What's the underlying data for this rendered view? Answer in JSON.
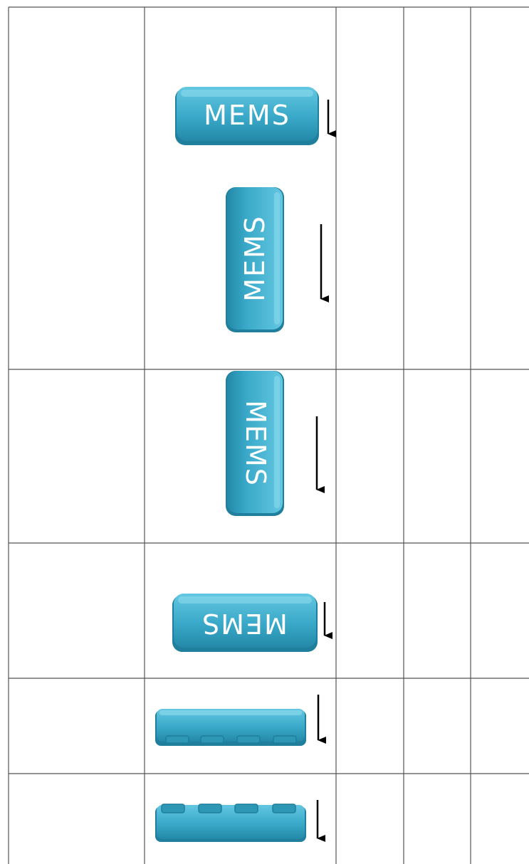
{
  "table": {
    "rows": [
      {
        "orientation": "mems-text-upright",
        "label": "MEMS"
      },
      {
        "orientation": "mems-text-rotated-ccw",
        "label": "MEMS"
      },
      {
        "orientation": "mems-text-rotated-cw",
        "label": "MEMS"
      },
      {
        "orientation": "mems-text-upside-down",
        "label": "MEMS"
      },
      {
        "orientation": "pads-down-side-view",
        "label": ""
      },
      {
        "orientation": "pads-up-side-view",
        "label": ""
      }
    ]
  },
  "colors": {
    "package_fill": "#3aa9c9",
    "package_top": "#5ec4df",
    "package_edge": "#1f7f9c",
    "grid_line": "#555555",
    "arrow": "#000000"
  },
  "icons": [
    "down-arrow-icon"
  ]
}
